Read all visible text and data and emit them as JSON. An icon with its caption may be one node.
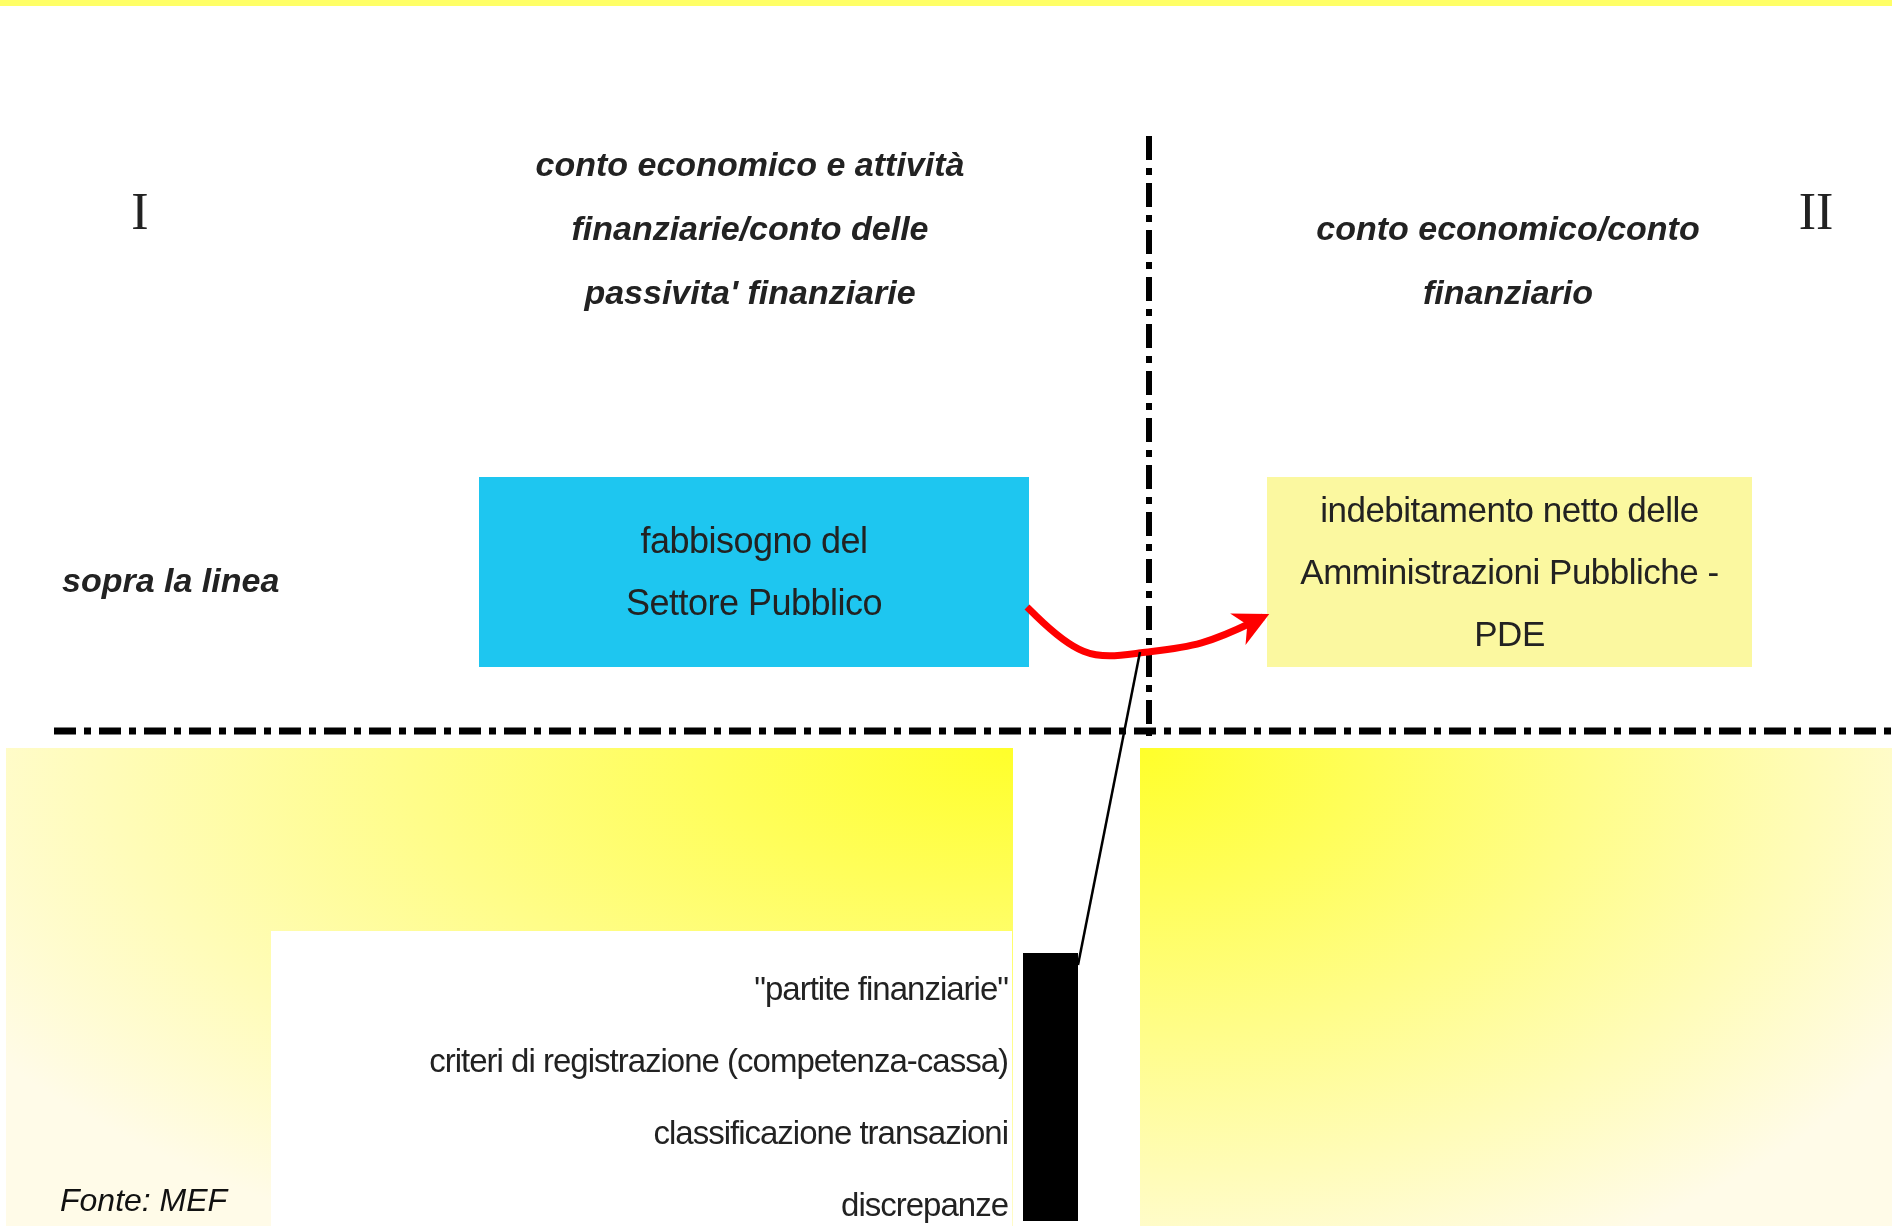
{
  "diagram": {
    "caption": "Fonte: MEF",
    "nodes": [
      {
        "text": [
          "fabbisogno del Settore Pubblico"
        ]
      },
      {
        "text": [
          "indebitamento netto delle Amministrazioni Pubbliche - PDE"
        ]
      },
      {
        "text": [
          "\"partite finanziarie\"",
          "criteri di registrazione (competenza-cassa)",
          "classificazione transazioni",
          "discrepanze"
        ]
      },
      {
        "text": [],
        "shape": "bar"
      }
    ],
    "edges": [
      {
        "from": 0,
        "to": 1,
        "arrow": "to",
        "style": "thick",
        "color": "#ff0000"
      },
      {
        "from": 3,
        "to": null,
        "arrow": "none",
        "color": "#000000"
      }
    ],
    "labels": [
      "I",
      "conto economico e attività finanziarie/conto delle passivita' finanziarie",
      "conto economico/conto finanziario",
      "II",
      "sopra la linea"
    ]
  }
}
